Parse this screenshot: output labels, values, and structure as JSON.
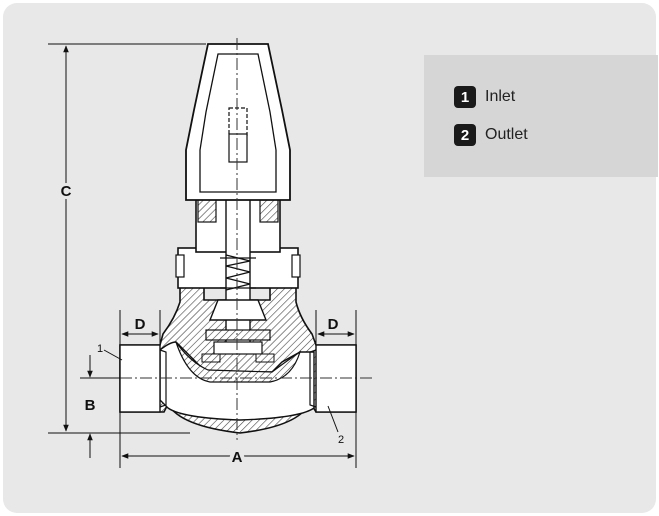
{
  "legend": {
    "items": [
      {
        "number": "1",
        "label": "Inlet"
      },
      {
        "number": "2",
        "label": "Outlet"
      }
    ]
  },
  "dimensions": {
    "a": "A",
    "b": "B",
    "c": "C",
    "d_left": "D",
    "d_right": "D"
  },
  "callouts": {
    "inlet": "1",
    "outlet": "2"
  }
}
